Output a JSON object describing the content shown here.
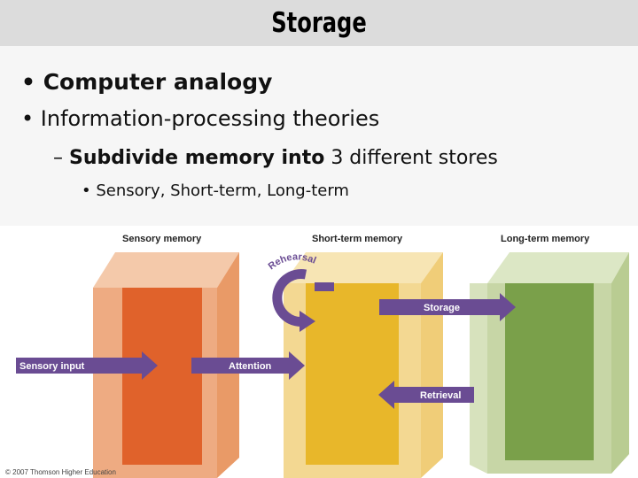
{
  "slide": {
    "title": "Storage",
    "bullets": {
      "b1": "Computer analogy",
      "b2": "Information-processing theories",
      "b3_strong": "Subdivide memory into",
      "b3_rest": " 3 different stores",
      "b4": "Sensory, Short-term, Long-term"
    },
    "bullet_glyphs": {
      "level1": "•",
      "level2": "–",
      "level3": "•"
    }
  },
  "diagram": {
    "stores": {
      "sensory": "Sensory memory",
      "short_term": "Short-term memory",
      "long_term": "Long-term memory"
    },
    "arrows": {
      "sensory_input": "Sensory input",
      "attention": "Attention",
      "storage": "Storage",
      "retrieval": "Retrieval"
    },
    "rehearsal": "Rehearsal",
    "copyright": "© 2007 Thomson Higher Education",
    "colors": {
      "sensory_front": "#e0622b",
      "sensory_side": "#eeab82",
      "short_front": "#e8b72a",
      "short_side": "#f3d892",
      "long_front": "#7aa04a",
      "long_side": "#c7d6a6",
      "arrow": "#6a4c93"
    }
  }
}
